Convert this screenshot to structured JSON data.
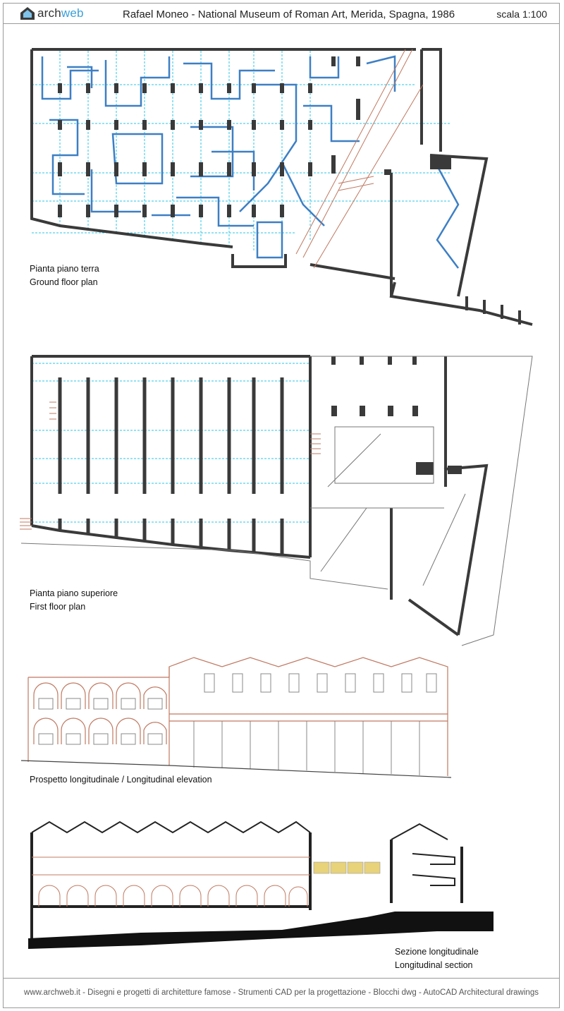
{
  "header": {
    "logo_part_1": "arch",
    "logo_part_2": "web",
    "title": "Rafael Moneo - National Museum of Roman Art, Merida, Spagna, 1986",
    "scale": "scala 1:100"
  },
  "drawings": {
    "ground_floor": {
      "label_it": "Pianta piano terra",
      "label_en": "Ground floor plan"
    },
    "first_floor": {
      "label_it": "Pianta piano superiore",
      "label_en": "First floor plan"
    },
    "elevation": {
      "label": "Prospetto longitudinale  /  Longitudinal elevation"
    },
    "section": {
      "label_it": "Sezione longitudinale",
      "label_en": "Longitudinal section"
    }
  },
  "footer": {
    "text": "www.archweb.it  -  Disegni e progetti di architetture famose  -  Strumenti CAD  per la progettazione  -  Blocchi dwg - AutoCAD Architectural drawings"
  },
  "colors": {
    "wall": "#3a3a3a",
    "ruins": "#3d7fc4",
    "grid": "#27c7e8",
    "terracotta": "#c07860",
    "line": "#888888"
  }
}
